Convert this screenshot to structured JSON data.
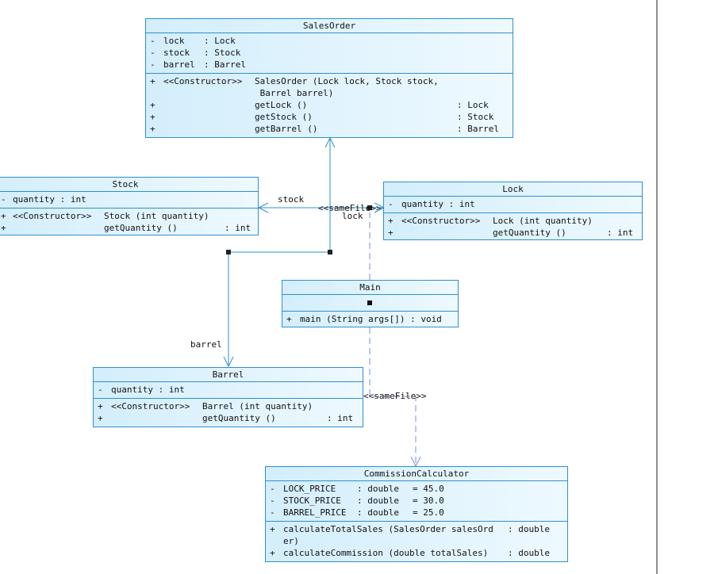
{
  "classes": {
    "salesorder": {
      "name": "SalesOrder",
      "attrs": [
        {
          "vis": "-",
          "name": "lock",
          "type": ": Lock"
        },
        {
          "vis": "-",
          "name": "stock",
          "type": ": Stock"
        },
        {
          "vis": "-",
          "name": "barrel",
          "type": ": Barrel"
        }
      ],
      "ops": [
        {
          "vis": "+",
          "stereo": "<<Constructor>>",
          "sig": "SalesOrder (Lock lock, Stock stock,",
          "type": ""
        },
        {
          "vis": "",
          "stereo": "",
          "sig": " Barrel barrel)",
          "type": ""
        },
        {
          "vis": "+",
          "stereo": "",
          "sig": "getLock ()",
          "type": ": Lock"
        },
        {
          "vis": "+",
          "stereo": "",
          "sig": "getStock ()",
          "type": ": Stock"
        },
        {
          "vis": "+",
          "stereo": "",
          "sig": "getBarrel ()",
          "type": ": Barrel"
        }
      ]
    },
    "stock": {
      "name": "Stock",
      "attrs": [
        {
          "vis": "-",
          "text": "quantity : int"
        }
      ],
      "ops": [
        {
          "vis": "+",
          "stereo": "<<Constructor>>",
          "sig": "Stock (int quantity)",
          "type": ""
        },
        {
          "vis": "+",
          "stereo": "",
          "sig": "getQuantity ()",
          "type": ": int"
        }
      ]
    },
    "lock": {
      "name": "Lock",
      "attrs": [
        {
          "vis": "-",
          "text": "quantity : int"
        }
      ],
      "ops": [
        {
          "vis": "+",
          "stereo": "<<Constructor>>",
          "sig": "Lock (int quantity)",
          "type": ""
        },
        {
          "vis": "+",
          "stereo": "",
          "sig": "getQuantity ()",
          "type": ": int"
        }
      ]
    },
    "main": {
      "name": "Main",
      "ops": [
        {
          "vis": "+",
          "text": "main (String args[]) : void"
        }
      ]
    },
    "barrel": {
      "name": "Barrel",
      "attrs": [
        {
          "vis": "-",
          "text": "quantity : int"
        }
      ],
      "ops": [
        {
          "vis": "+",
          "stereo": "<<Constructor>>",
          "sig": "Barrel (int quantity)",
          "type": ""
        },
        {
          "vis": "+",
          "stereo": "",
          "sig": "getQuantity ()",
          "type": ": int"
        }
      ]
    },
    "commission": {
      "name": "CommissionCalculator",
      "attrs": [
        {
          "vis": "-",
          "name": "LOCK_PRICE",
          "type": ": double",
          "val": "= 45.0"
        },
        {
          "vis": "-",
          "name": "STOCK_PRICE",
          "type": ": double",
          "val": "= 30.0"
        },
        {
          "vis": "-",
          "name": "BARREL_PRICE",
          "type": ": double",
          "val": "= 25.0"
        }
      ],
      "ops": [
        {
          "vis": "+",
          "sig": "calculateTotalSales (SalesOrder salesOrd",
          "type": ": double"
        },
        {
          "vis": "",
          "sig": "er)",
          "type": ""
        },
        {
          "vis": "+",
          "sig": "calculateCommission (double totalSales)",
          "type": ": double"
        }
      ]
    }
  },
  "labels": {
    "stock": "stock",
    "samefile_top": "<<sameFile>>",
    "lock": "lock",
    "barrel": "barrel",
    "samefile_bottom": "<<sameFile>>"
  },
  "colors": {
    "border": "#2f8fd0",
    "association": "#2f8fd0",
    "dependency": "#7b8be0"
  }
}
